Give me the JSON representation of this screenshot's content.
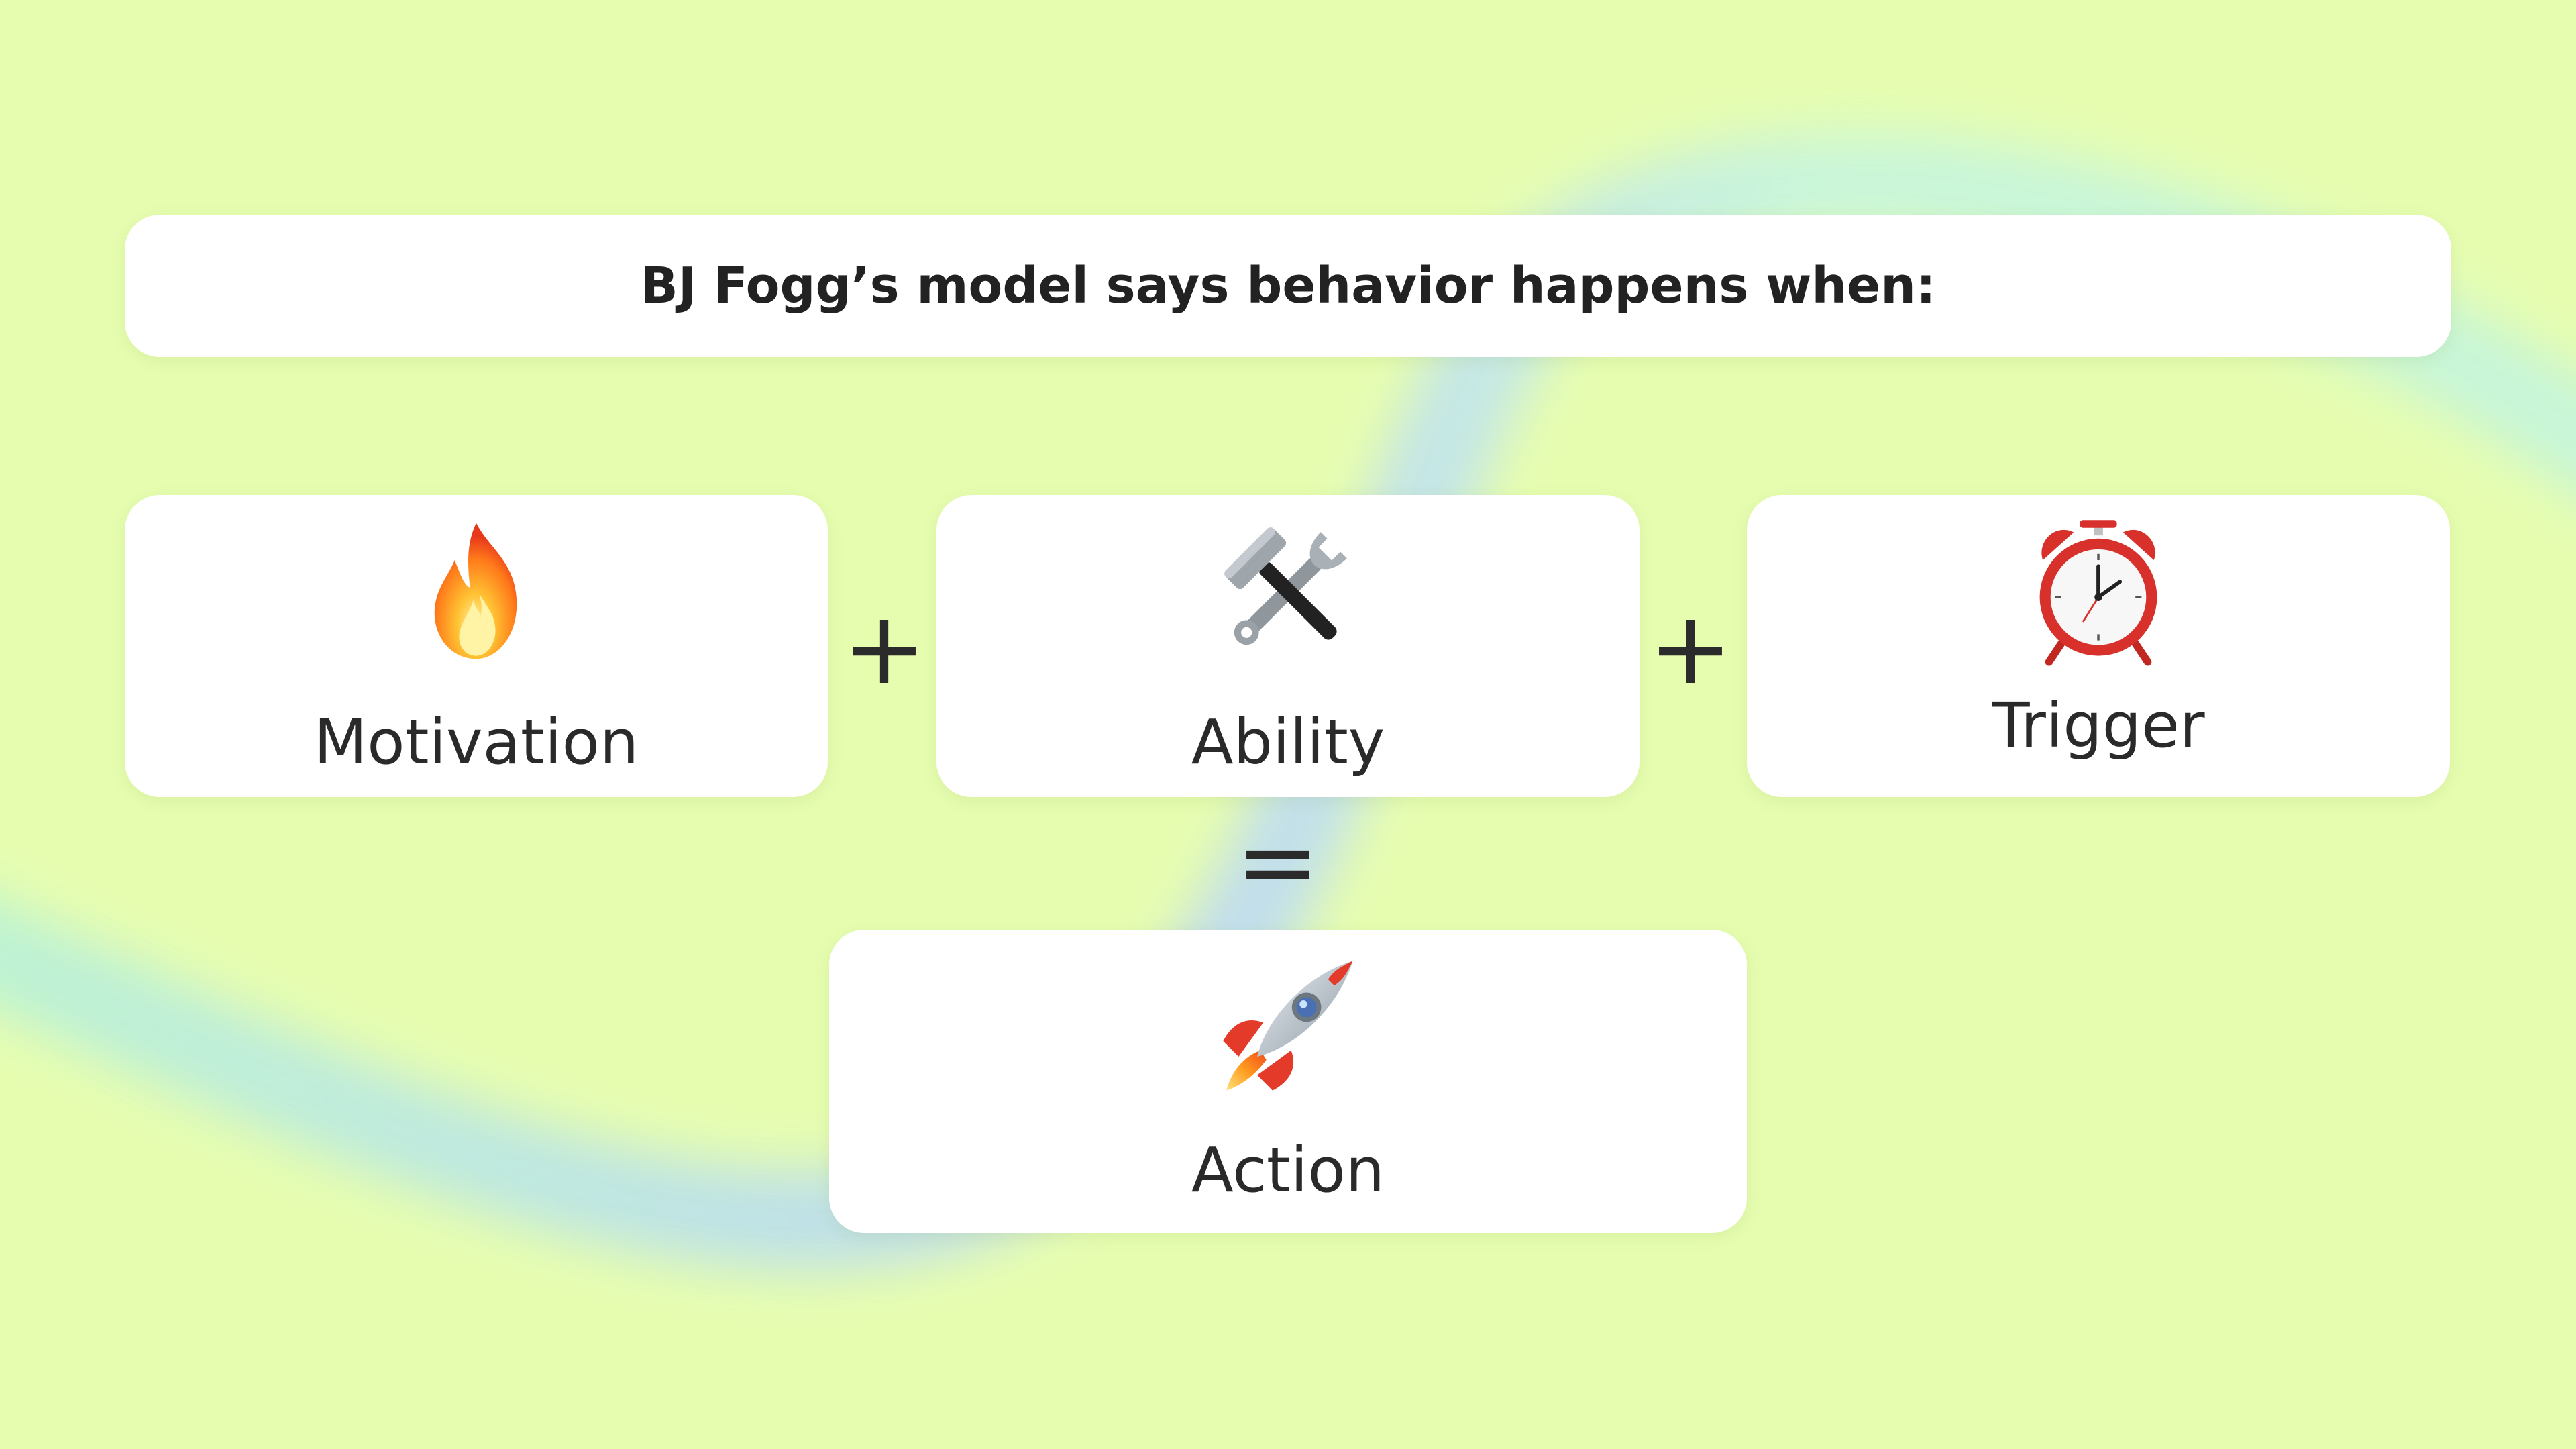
{
  "header": {
    "title": "BJ Fogg’s model says behavior happens when:"
  },
  "terms": [
    {
      "label": "Motivation",
      "icon": "fire-icon"
    },
    {
      "label": "Ability",
      "icon": "hammer-and-wrench-icon"
    },
    {
      "label": "Trigger",
      "icon": "alarm-clock-icon"
    }
  ],
  "operators": {
    "plus": "+",
    "equals": "="
  },
  "result": {
    "label": "Action",
    "icon": "rocket-icon"
  },
  "colors": {
    "background": "#e6fdb0",
    "wave_blue": "#bcd7f5",
    "wave_mint": "#b8f0d8",
    "card": "#ffffff",
    "text": "#222222"
  }
}
